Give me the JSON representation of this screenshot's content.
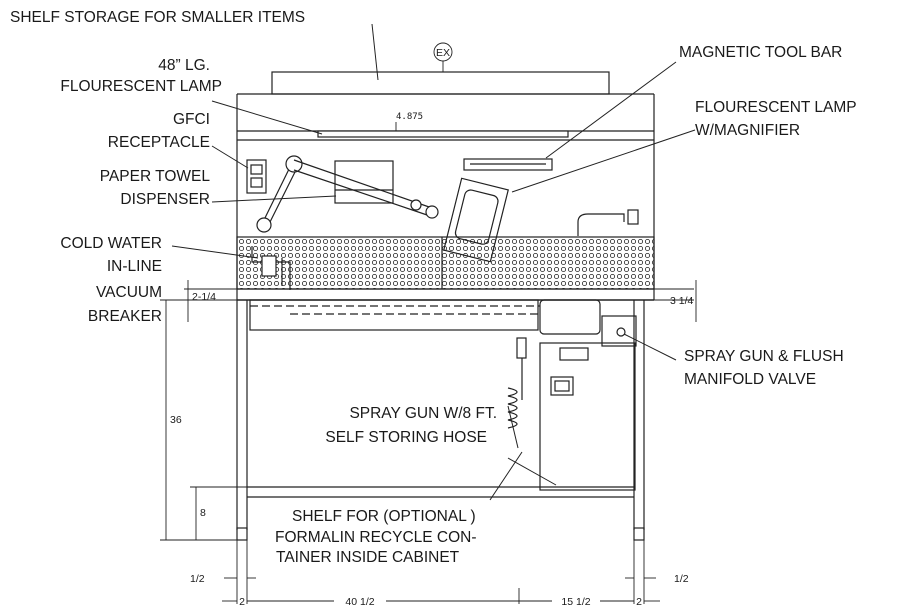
{
  "callouts": {
    "shelf_storage": "SHELF STORAGE FOR SMALLER ITEMS",
    "lamp_48_line1": "48” LG.",
    "lamp_48_line2": "FLOURESCENT LAMP",
    "gfci_line1": "GFCI",
    "gfci_line2": "RECEPTACLE",
    "paper_towel_line1": "PAPER TOWEL",
    "paper_towel_line2": "DISPENSER",
    "cold_water_line1": "COLD WATER",
    "cold_water_line2": "IN-LINE",
    "cold_water_line3": "VACUUM",
    "cold_water_line4": "BREAKER",
    "magnetic_tool_bar": "MAGNETIC TOOL BAR",
    "magnifier_lamp_line1": "FLOURESCENT LAMP",
    "magnifier_lamp_line2": "W/MAGNIFIER",
    "spray_flush_line1": "SPRAY GUN & FLUSH",
    "spray_flush_line2": "MANIFOLD VALVE",
    "spray_hose_line1": "SPRAY GUN W/8 FT.",
    "spray_hose_line2": "SELF STORING HOSE",
    "formalin_line1": "SHELF FOR (OPTIONAL )",
    "formalin_line2": "FORMALIN RECYCLE CON-",
    "formalin_line3": "TAINER INSIDE CABINET"
  },
  "dimensions": {
    "exhaust": "EX",
    "top_height": "4.875",
    "left_drop": "2-1/4",
    "right_drop": "3  1/4",
    "height": "36",
    "shelf_height": "8",
    "leg_left": "1/2",
    "leg_right": "1/2",
    "offset_left": "2",
    "width_main": "40  1/2",
    "width_side": "15  1/2",
    "offset_right": "2"
  }
}
